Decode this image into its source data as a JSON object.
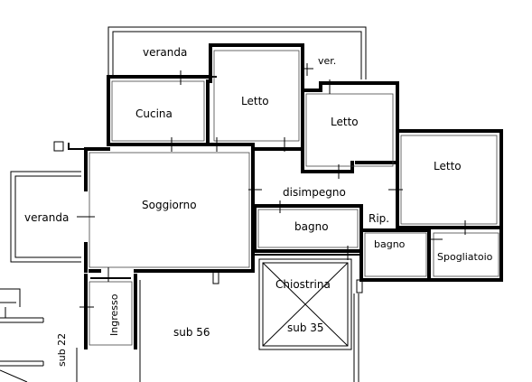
{
  "rooms": {
    "veranda_top": "veranda",
    "ver": "ver.",
    "cucina": "Cucina",
    "letto_1": "Letto",
    "letto_2": "Letto",
    "letto_3": "Letto",
    "soggiorno": "Soggiorno",
    "disimpegno": "disimpegno",
    "veranda_left": "veranda",
    "bagno_1": "bagno",
    "rip": "Rip.",
    "bagno_2": "bagno",
    "spogliatoio": "Spogliatoio",
    "chiostrina": "Chiostrina",
    "ingresso": "Ingresso",
    "sub56": "sub 56",
    "sub35": "sub 35",
    "sub22": "sub 22"
  }
}
